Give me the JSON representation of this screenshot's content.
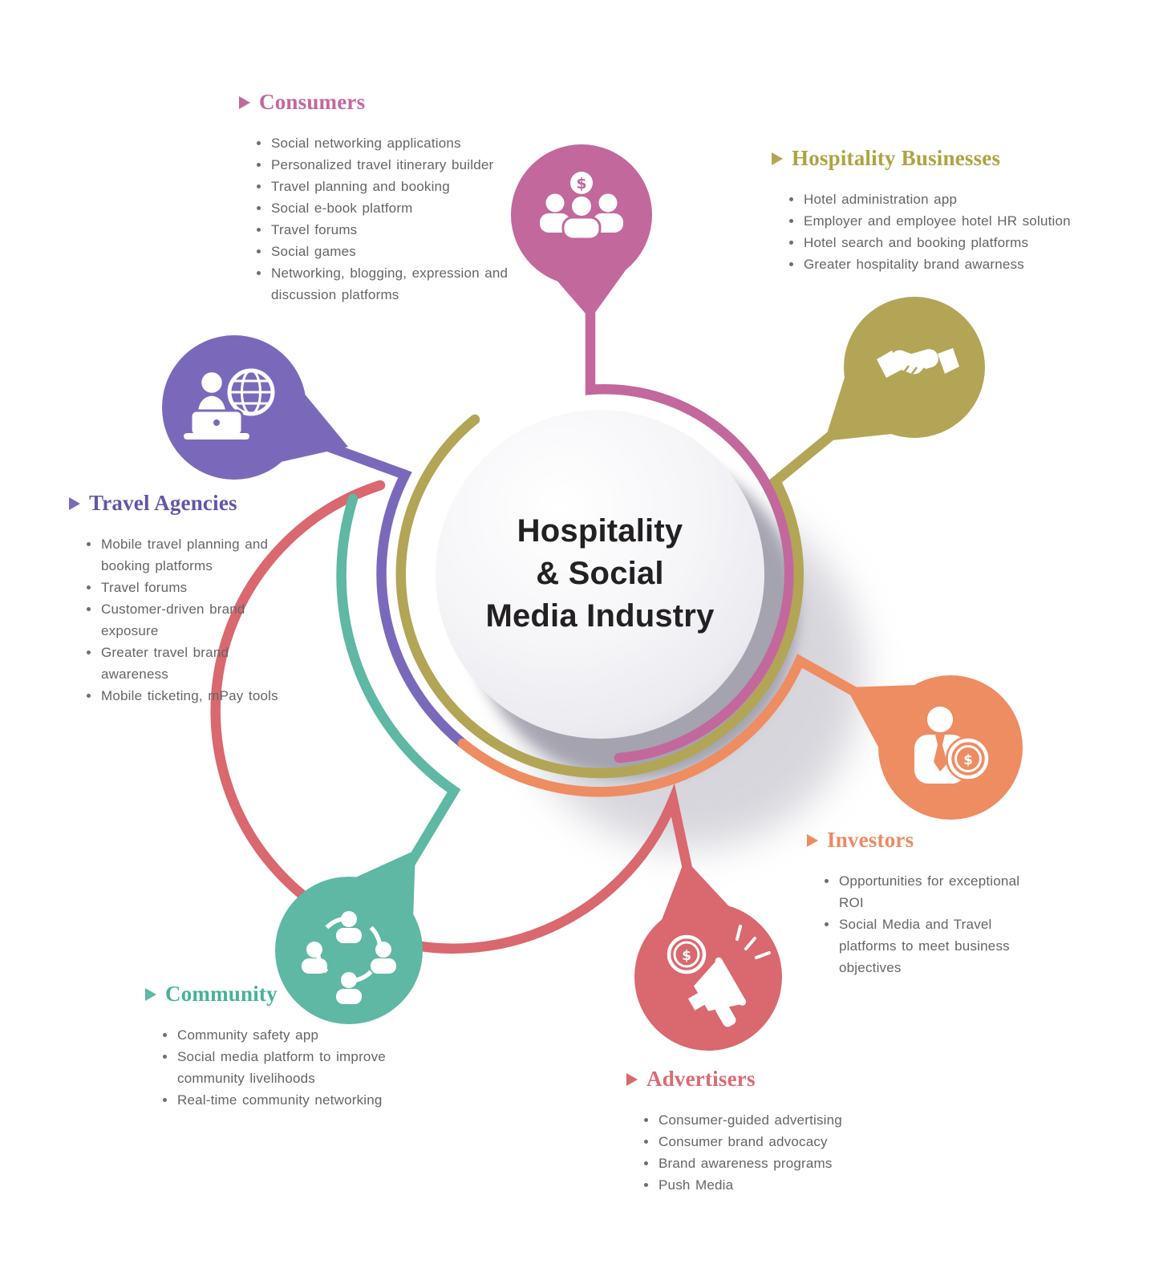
{
  "center": {
    "title_lines": [
      "Hospitality",
      "& Social",
      "Media Industry"
    ]
  },
  "icon_glyphs": {
    "dollar": "$"
  },
  "sections": [
    {
      "id": "consumers",
      "title": "Consumers",
      "title_color": "#c4679e",
      "accent": "#c2689d",
      "icon": "people-group-with-dollar",
      "items": [
        "Social networking applications",
        "Personalized travel itinerary builder",
        "Travel planning and booking",
        "Social e-book platform",
        "Travel forums",
        "Social games",
        "Networking, blogging, expression and discussion platforms"
      ]
    },
    {
      "id": "hospitality-businesses",
      "title": "Hospitality Businesses",
      "title_color": "#afa342",
      "accent": "#b2a556",
      "icon": "handshake",
      "items": [
        "Hotel administration app",
        "Employer and employee hotel HR solution",
        "Hotel search and booking platforms",
        "Greater hospitality brand awarness"
      ]
    },
    {
      "id": "travel-agencies",
      "title": "Travel Agencies",
      "title_color": "#6156a7",
      "accent": "#7a69bb",
      "icon": "agent-laptop-globe",
      "items": [
        "Mobile travel planning and booking platforms",
        "Travel forums",
        "Customer-driven brand exposure",
        "Greater travel brand awareness",
        "Mobile ticketing, mPay tools"
      ]
    },
    {
      "id": "investors",
      "title": "Investors",
      "title_color": "#ed8a62",
      "accent": "#ee8c62",
      "icon": "businessman-with-coin",
      "items": [
        "Opportunities for exceptional ROI",
        "Social Media and Travel platforms to meet business objectives"
      ]
    },
    {
      "id": "community",
      "title": "Community",
      "title_color": "#45b29a",
      "accent": "#5eb8a4",
      "icon": "people-network-circle",
      "items": [
        "Community safety app",
        "Social media platform to improve community livelihoods",
        "Real-time community networking"
      ]
    },
    {
      "id": "advertisers",
      "title": "Advertisers",
      "title_color": "#dc6a71",
      "accent": "#d9686f",
      "icon": "megaphone-with-coin",
      "items": [
        "Consumer-guided advertising",
        "Consumer brand advocacy",
        "Brand awareness programs",
        "Push Media"
      ]
    }
  ]
}
